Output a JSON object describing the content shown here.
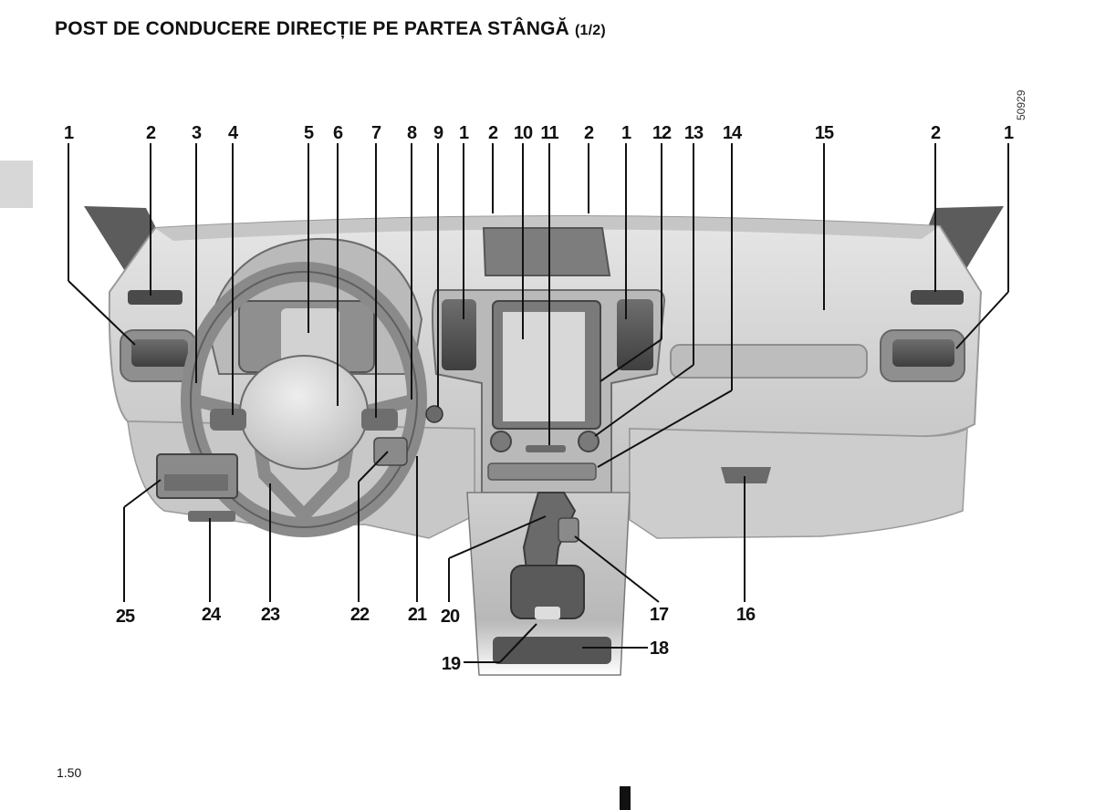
{
  "header": {
    "title_main": "POST DE CONDUCERE DIRECȚIE PE PARTEA STÂNGĂ",
    "title_part": "(1/2)"
  },
  "figure": {
    "reference_code": "50929",
    "callouts": {
      "c1a": "1",
      "c2a": "2",
      "c3": "3",
      "c4": "4",
      "c5": "5",
      "c6": "6",
      "c7": "7",
      "c8": "8",
      "c9": "9",
      "c1b": "1",
      "c2b": "2",
      "c10": "10",
      "c11": "11",
      "c2c": "2",
      "c1c": "1",
      "c12": "12",
      "c13": "13",
      "c14": "14",
      "c15": "15",
      "c2d": "2",
      "c1d": "1",
      "c25": "25",
      "c24": "24",
      "c23": "23",
      "c22": "22",
      "c21": "21",
      "c20": "20",
      "c17": "17",
      "c16": "16",
      "c19": "19",
      "c18": "18"
    }
  },
  "footer": {
    "page_number": "1.50"
  }
}
